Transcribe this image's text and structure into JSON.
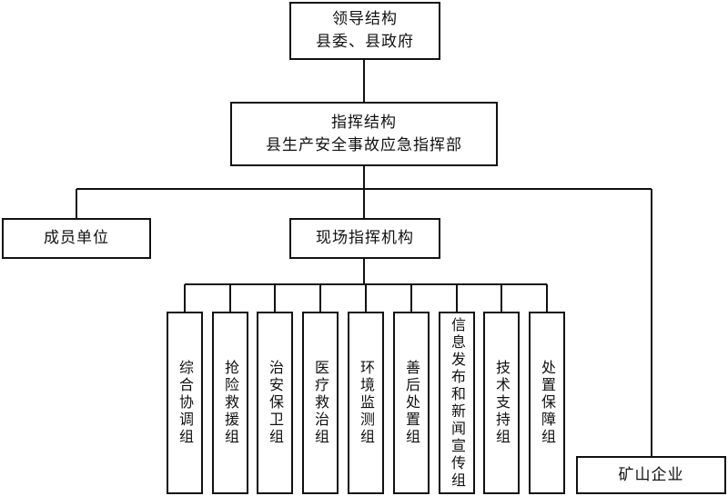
{
  "leadership": {
    "line1": "领导结构",
    "line2": "县委、县政府"
  },
  "command": {
    "line1": "指挥结构",
    "line2": "县生产安全事故应急指挥部"
  },
  "member_units": {
    "label": "成员单位"
  },
  "onsite_command": {
    "label": "现场指挥机构"
  },
  "mining_enterprise": {
    "label": "矿山企业"
  },
  "groups": [
    {
      "label": "综合协调组"
    },
    {
      "label": "抢险救援组"
    },
    {
      "label": "治安保卫组"
    },
    {
      "label": "医疗救治组"
    },
    {
      "label": "环境监测组"
    },
    {
      "label": "善后处置组"
    },
    {
      "label": "信息发布和新闻宣传组"
    },
    {
      "label": "技术支持组"
    },
    {
      "label": "处置保障组"
    }
  ]
}
